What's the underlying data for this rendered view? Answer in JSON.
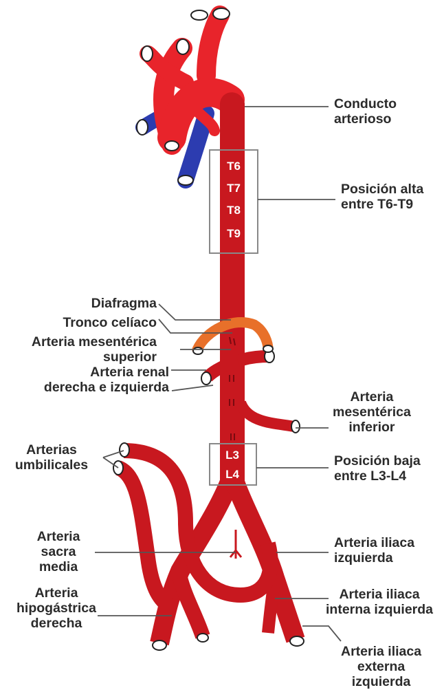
{
  "labels": {
    "conducto_arterioso": [
      "Conducto",
      "arterioso"
    ],
    "posicion_alta": [
      "Posición alta",
      "entre T6-T9"
    ],
    "diafragma": "Diafragma",
    "tronco_celiaco": "Tronco celíaco",
    "arteria_mesenterica_superior": [
      "Arteria mesentérica",
      "superior"
    ],
    "arteria_renal": [
      "Arteria renal",
      "derecha e izquierda"
    ],
    "arteria_mesenterica_inferior": [
      "Arteria",
      "mesentérica",
      "inferior"
    ],
    "arterias_umbilicales": [
      "Arterias",
      "umbilicales"
    ],
    "posicion_baja": [
      "Posición baja",
      "entre L3-L4"
    ],
    "arteria_sacra_media": [
      "Arteria",
      "sacra",
      "media"
    ],
    "arteria_iliaca_izquierda": [
      "Arteria iliaca",
      "izquierda"
    ],
    "arteria_hipogastrica_derecha": [
      "Arteria",
      "hipogástrica",
      "derecha"
    ],
    "arteria_iliaca_interna_izquierda": [
      "Arteria iliaca",
      "interna izquierda"
    ],
    "arteria_iliaca_externa_izquierda": [
      "Arteria iliaca",
      "externa",
      "izquierda"
    ]
  },
  "vertebrae_high": [
    "T6",
    "T7",
    "T8",
    "T9"
  ],
  "vertebrae_low": [
    "L3",
    "L4"
  ],
  "colors": {
    "artery": "#c8181f",
    "aortic_arch": "#e8242b",
    "vein": "#2c3cb0",
    "diaphragm": "#e8702a",
    "leader_line": "#555555",
    "vertebra_box": "#888888"
  }
}
